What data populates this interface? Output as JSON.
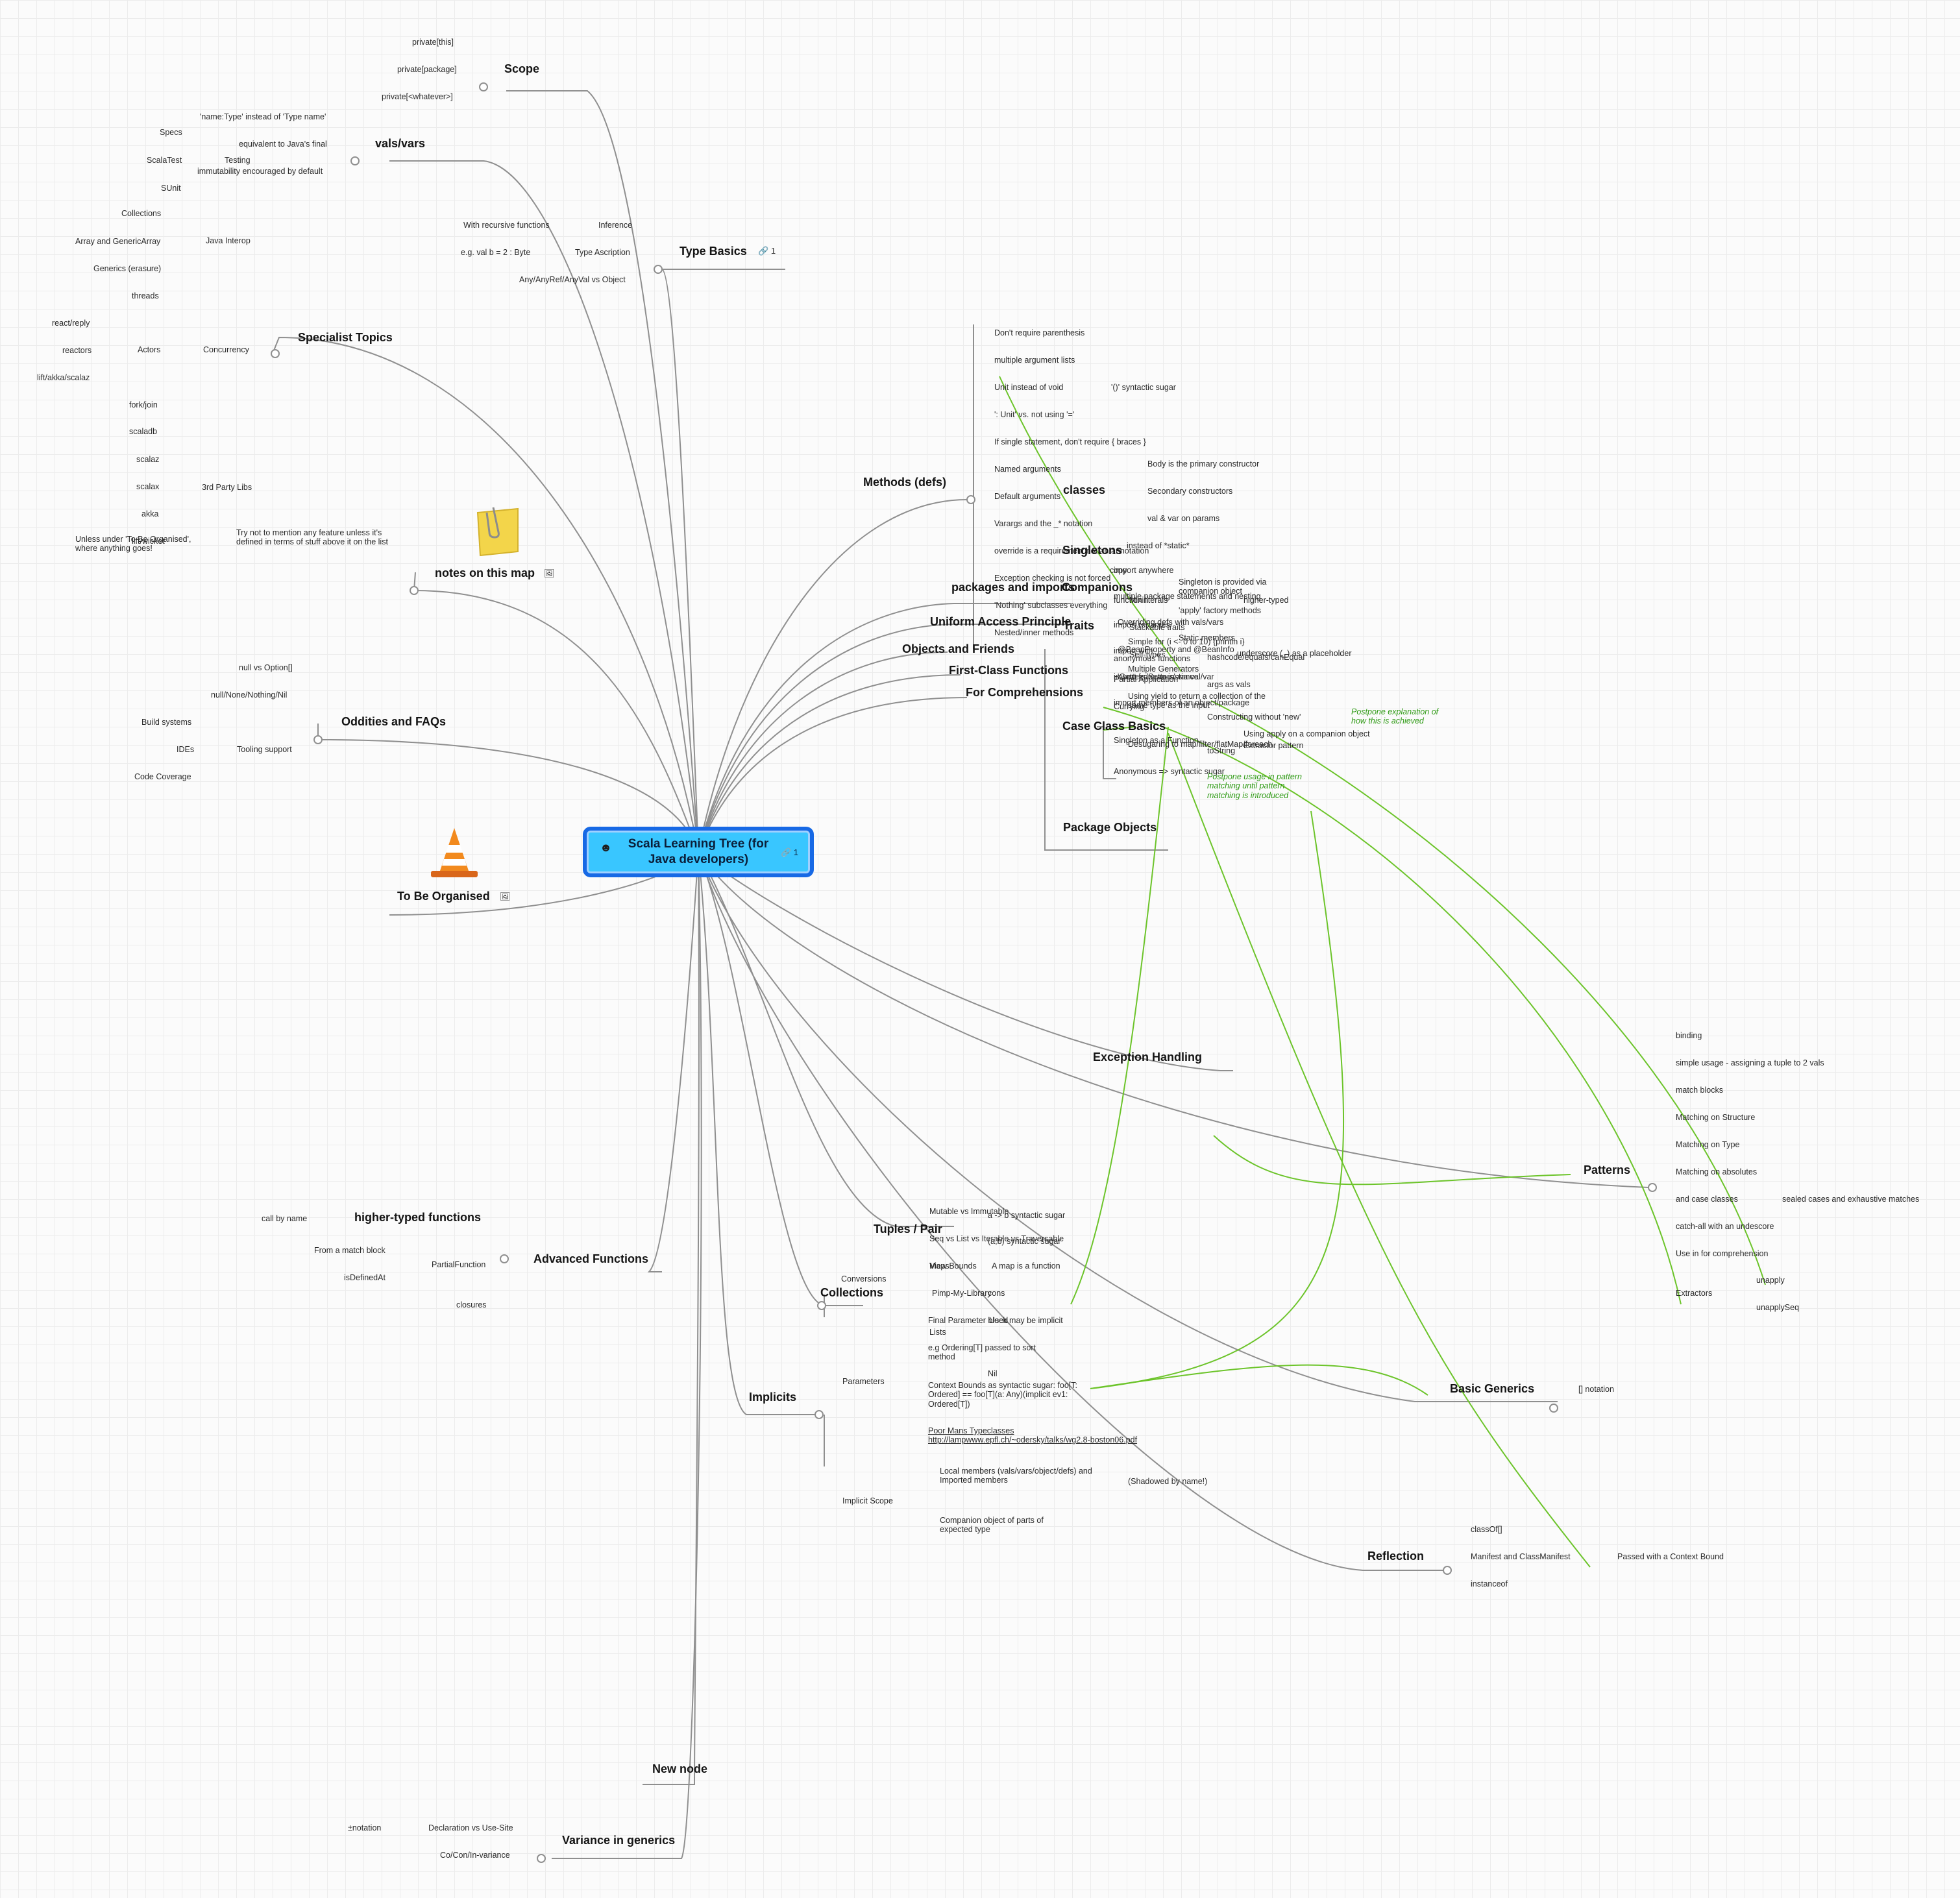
{
  "root": {
    "title": "Scala Learning Tree (for Java developers)",
    "link_count": "1",
    "icon": "smiley-icon"
  },
  "colors": {
    "root_fill": "#39c6ff",
    "root_border": "#1769e5",
    "branch_line": "#8f8f8f",
    "relation_line": "#6cc42a",
    "note_text": "#2e9a14"
  },
  "topics": {
    "scope": {
      "title": "Scope",
      "children": [
        "private[this]",
        "private[package]",
        "private[<whatever>]"
      ]
    },
    "vals": {
      "title": "vals/vars",
      "children": [
        "'name:Type' instead of 'Type name'",
        "equivalent to Java's final",
        "immutability encouraged by default"
      ]
    },
    "type_basics": {
      "title": "Type Basics",
      "link_count": "1",
      "inference": "Inference",
      "recursive": "With recursive functions",
      "ascription": "Type Ascription",
      "ascription_example": "e.g. val b = 2 : Byte",
      "any": "Any/AnyRef/AnyVal vs Object"
    },
    "specialist": {
      "title": "Specialist Topics",
      "testing": "Testing",
      "testing_items": [
        "Specs",
        "ScalaTest",
        "SUnit"
      ],
      "interop": "Java Interop",
      "interop_items": [
        "Collections",
        "Array and GenericArray",
        "Generics (erasure)"
      ],
      "concurrency": "Concurrency",
      "concurrency_items": [
        "threads",
        "Actors",
        "fork/join"
      ],
      "actors_items": [
        "react/reply",
        "reactors",
        "lift/akka/scalaz"
      ],
      "libs": "3rd Party Libs",
      "libs_items": [
        "scaladb",
        "scalaz",
        "scalax",
        "akka",
        "lift/wicket"
      ]
    },
    "notes": {
      "title": "notes on this map",
      "item": "Try not to mention any feature unless it's defined in terms of stuff above it on the list",
      "sub": "Unless under 'To Be Organised', where anything goes!"
    },
    "oddities": {
      "title": "Oddities and FAQs",
      "items": [
        "null vs Option[]",
        "null/None/Nothing/Nil"
      ],
      "tooling": "Tooling support",
      "tooling_items": [
        "Build systems",
        "IDEs",
        "Code Coverage"
      ]
    },
    "organise": {
      "title": "To Be Organised"
    },
    "methods": {
      "title": "Methods (defs)",
      "items": [
        "Don't require parenthesis",
        "multiple argument lists",
        "Unit instead of void",
        "': Unit' vs. not using '='",
        "If single statement, don't require { braces }",
        "Named arguments",
        "Default arguments",
        "Varargs and the _* notation",
        "override is a requirement not an annotation",
        "Exception checking is not forced",
        "'Nothing' subclasses everything",
        "Nested/inner methods"
      ],
      "unit_sub": "'()' syntactic sugar"
    },
    "classes": {
      "title": "classes",
      "items": [
        "Body is the primary constructor",
        "Secondary constructors",
        "val & var on params"
      ]
    },
    "singletons": {
      "title": "Singletons",
      "item": "instead of *static*"
    },
    "packages": {
      "title": "packages and imports",
      "items": [
        "import anywhere",
        "multiple package statements and nesting",
        "import renames",
        "import with _",
        "import from an instance",
        "import members of an object/package"
      ]
    },
    "companions": {
      "title": "Companions",
      "items": [
        "Singleton is provided via companion object",
        "'apply' factory methods",
        "Static members"
      ]
    },
    "uap": {
      "title": "Uniform Access Principle",
      "items": [
        "Overriding defs with vals/vars",
        "@BeanProperty and @BeanInfo",
        "'Getters/Setters' via val/var"
      ]
    },
    "traits": {
      "title": "Traits",
      "items": [
        "Mixin",
        "Stackable traits",
        "Self-types",
        "higher-typed"
      ]
    },
    "objects": {
      "title": "Objects and Friends"
    },
    "first_class": {
      "title": "First-Class Functions",
      "items": [
        "function literals",
        "anonymous functions",
        "underscore (_) as a placeholder",
        "Partial Application",
        "Currying",
        "Singleton as a Function",
        "Anonymous => syntactic sugar"
      ]
    },
    "for_comp": {
      "title": "For Comprehensions",
      "items": [
        "Simple for (i <- 0 to 10) {println i}",
        "Multiple Generators",
        "Using yield to return a collection of the same type as the input",
        "Desugaring to map/filter/flatMap/foreach"
      ]
    },
    "case_class": {
      "title": "Case Class Basics",
      "items": [
        "hashcode/equals/canEqual",
        "args as vals",
        "Constructing without 'new'",
        "Using apply on a companion object",
        "Extractor pattern",
        "toString",
        "copy"
      ],
      "note1": "Postpone explanation of how this is achieved",
      "note2": "Postpone usage in pattern matching until pattern matching is introduced"
    },
    "package_objects": {
      "title": "Package Objects"
    },
    "exceptions": {
      "title": "Exception Handling"
    },
    "patterns": {
      "title": "Patterns",
      "items": [
        "binding",
        "simple usage - assigning a tuple to 2 vals",
        "match blocks",
        "Matching on Structure",
        "Matching on Type",
        "Matching on absolutes",
        "and case classes",
        "catch-all with an undescore",
        "Use in for comprehension",
        "Extractors"
      ],
      "case_sub": "sealed cases and exhaustive matches",
      "extractor_items": [
        "unapply",
        "unapplySeq"
      ]
    },
    "tuples": {
      "title": "Tuples / Pair",
      "items": [
        "a -> b syntactic sugar",
        "(a,b) syntactic sugar"
      ]
    },
    "collections": {
      "title": "Collections",
      "items": [
        "Mutable vs Immutable",
        "Seq vs List vs Iterable vs Traversable",
        "Maps",
        "Lists",
        "Nil"
      ],
      "maps_sub": "A map is a function",
      "lists_sub": "cons"
    },
    "implicits": {
      "title": "Implicits",
      "conversions": "Conversions",
      "conv_items": [
        "View Bounds",
        "Pimp-My-Library"
      ],
      "parameters": "Parameters",
      "param_items": [
        "Final Parameter block may be implicit",
        "e.g Ordering[T] passed to sort method",
        "Context Bounds as syntactic sugar: foo[T: Ordered] == foo[T](a: Any)(implicit ev1: Ordered[T])",
        "Poor Mans Typeclasses http://lampwww.epfl.ch/~odersky/talks/wg2.8-boston06.pdf"
      ],
      "param_sub": "Used",
      "scope": "Implicit Scope",
      "scope_items": [
        "Local members (vals/vars/object/defs) and Imported members",
        "Companion object of parts of expected type"
      ],
      "scope_sub": "(Shadowed by name!)"
    },
    "advanced": {
      "title": "Advanced Functions",
      "hof": "higher-typed functions",
      "hof_item": "call by name",
      "partial": "PartialFunction",
      "partial_items": [
        "From a match block",
        "isDefinedAt"
      ],
      "closures": "closures"
    },
    "generics": {
      "title": "Basic Generics",
      "item": "[] notation"
    },
    "reflection": {
      "title": "Reflection",
      "items": [
        "classOf[]",
        "Manifest and ClassManifest",
        "instanceof"
      ],
      "manifest_sub": "Passed with a Context Bound"
    },
    "new_node": {
      "title": "New node"
    },
    "variance": {
      "title": "Variance in generics",
      "items": [
        "Declaration vs Use-Site",
        "Co/Con/In-variance"
      ],
      "decl_sub": "±notation"
    }
  }
}
